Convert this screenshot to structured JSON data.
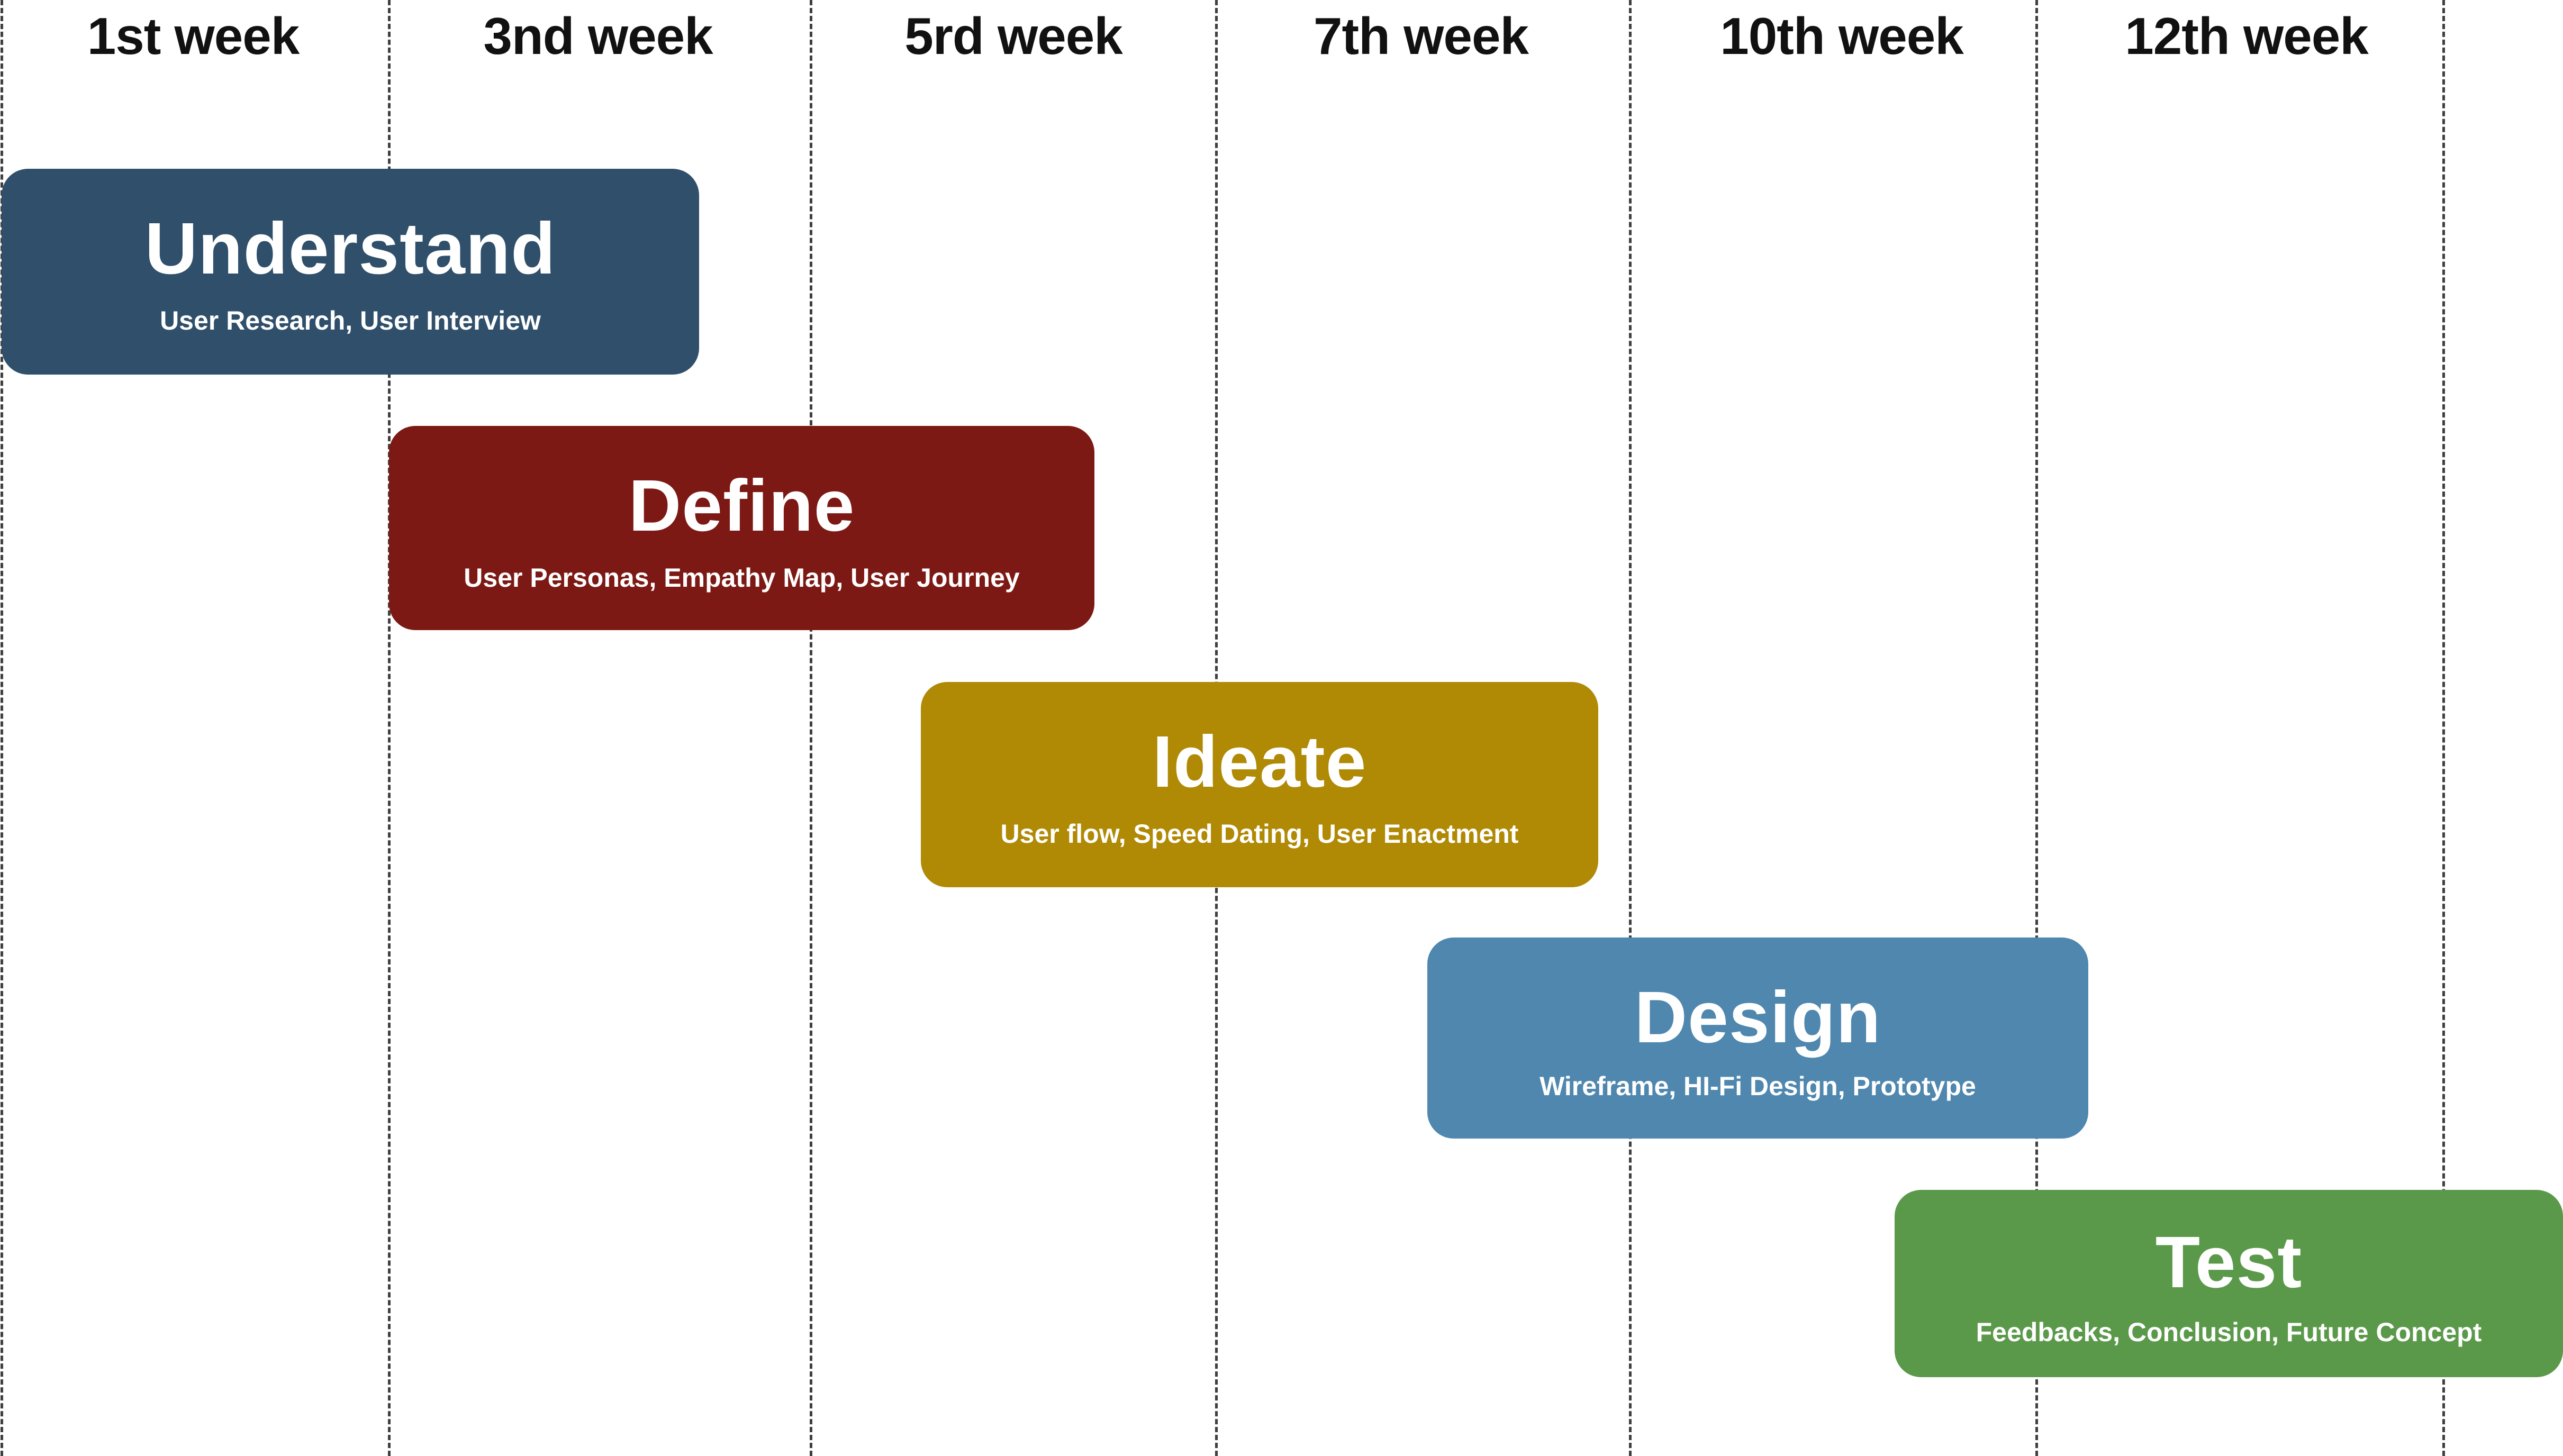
{
  "weeks": [
    "1st week",
    "3nd week",
    "5rd week",
    "7th week",
    "10th week",
    "12th week"
  ],
  "phases": [
    {
      "title": "Understand",
      "subtitle": "User Research, User Interview",
      "color": "#2f4f6b"
    },
    {
      "title": "Define",
      "subtitle": "User Personas, Empathy Map, User Journey",
      "color": "#7d1914"
    },
    {
      "title": "Ideate",
      "subtitle": "User flow, Speed Dating, User Enactment",
      "color": "#b08905"
    },
    {
      "title": "Design",
      "subtitle": "Wireframe, HI-Fi Design, Prototype",
      "color": "#4f87ae"
    },
    {
      "title": "Test",
      "subtitle": "Feedbacks, Conclusion, Future Concept",
      "color": "#5b994a"
    }
  ]
}
